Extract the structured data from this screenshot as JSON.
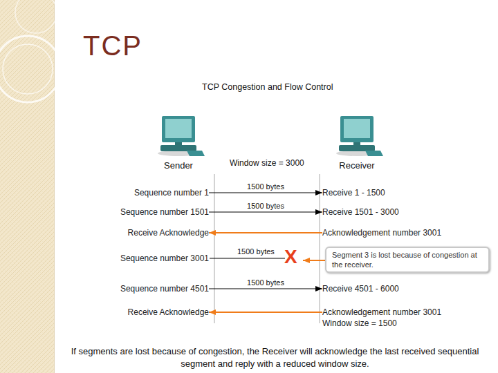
{
  "diagram": {
    "title": "TCP",
    "caption": "If segments are lost because of congestion, the Receiver will acknowledge the last received sequential segment and reply with a reduced window size.",
    "nodes": [
      {
        "text": [
          "Sender"
        ]
      },
      {
        "text": [
          "Receiver"
        ]
      },
      {
        "text": [
          "Sequence number 1"
        ]
      },
      {
        "text": [
          "Receive 1 - 1500"
        ]
      },
      {
        "text": [
          "Sequence number 1501"
        ]
      },
      {
        "text": [
          "Receive 1501 - 3000"
        ]
      },
      {
        "text": [
          "Receive Acknowledge"
        ]
      },
      {
        "text": [
          "Acknowledgement number 3001"
        ]
      },
      {
        "text": [
          "Sequence number 3001"
        ]
      },
      {
        "text": [
          "Segment 3 is lost because of congestion at the receiver."
        ]
      },
      {
        "text": [
          "Sequence number 4501"
        ]
      },
      {
        "text": [
          "Receive 4501 - 6000"
        ]
      },
      {
        "text": [
          "Receive Acknowledge"
        ]
      },
      {
        "text": [
          "Acknowledgement number 3001",
          "Window size = 1500"
        ]
      }
    ],
    "edges": [
      {
        "from": 2,
        "to": 3,
        "label": "1500 bytes",
        "arrow": "to"
      },
      {
        "from": 4,
        "to": 5,
        "label": "1500 bytes",
        "arrow": "to"
      },
      {
        "from": 7,
        "to": 6,
        "arrow": "to"
      },
      {
        "from": 10,
        "to": 11,
        "label": "1500 bytes",
        "arrow": "to"
      },
      {
        "from": 13,
        "to": 12,
        "arrow": "to"
      }
    ],
    "labels": [
      "TCP Congestion and Flow Control",
      "Window size = 3000",
      "1500 bytes",
      "X"
    ]
  }
}
